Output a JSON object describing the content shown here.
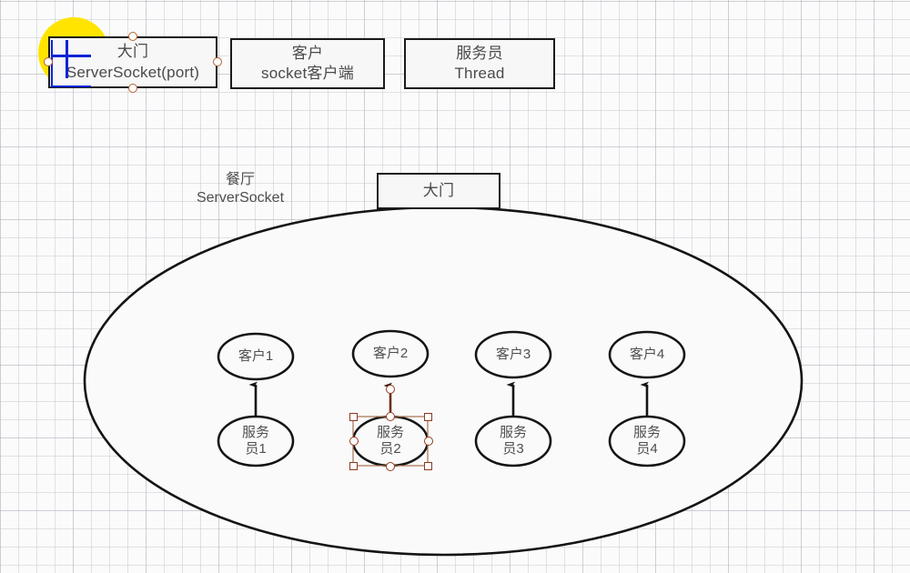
{
  "diagram": {
    "title_legend": [
      {
        "id": "legend-door",
        "lines": [
          "大门",
          "ServerSocket(port)"
        ],
        "selected": true
      },
      {
        "id": "legend-client",
        "lines": [
          "客户",
          "socket客户端"
        ],
        "selected": false
      },
      {
        "id": "legend-waiter",
        "lines": [
          "服务员",
          "Thread"
        ],
        "selected": false
      }
    ],
    "restaurant": {
      "label_lines": [
        "餐厅",
        "ServerSocket"
      ],
      "door_box_label": "大门"
    },
    "pairs": [
      {
        "client": "客户1",
        "waiter_lines": [
          "服务",
          "员1"
        ],
        "selected": false
      },
      {
        "client": "客户2",
        "waiter_lines": [
          "服务",
          "员2"
        ],
        "selected": true
      },
      {
        "client": "客户3",
        "waiter_lines": [
          "服务",
          "员3"
        ],
        "selected": false
      },
      {
        "client": "客户4",
        "waiter_lines": [
          "服务",
          "员4"
        ],
        "selected": false
      }
    ],
    "colors": {
      "highlight": "#ffe400",
      "cursor": "#0a23d8",
      "selection": "#8c3a21",
      "stroke": "#1b1b1b",
      "shape_fill": "#fafafa",
      "grid_minor": "#c8ccd4",
      "grid_major": "#a0a5af"
    }
  }
}
